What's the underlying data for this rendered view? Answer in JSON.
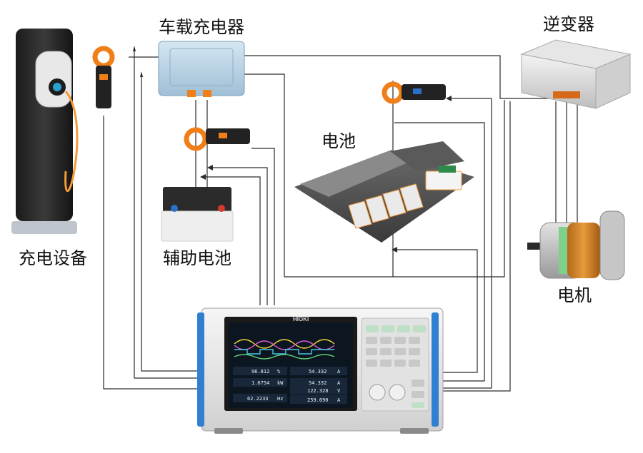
{
  "labels": {
    "charging_equipment": "充电设备",
    "onboard_charger": "车载充电器",
    "inverter": "逆变器",
    "battery": "电池",
    "aux_battery": "辅助电池",
    "motor": "电机"
  },
  "analyzer": {
    "brand": "HIOKI",
    "readouts": [
      {
        "value": "96.812",
        "unit": "%"
      },
      {
        "value": "1.6754",
        "unit": "kW"
      },
      {
        "value": "62.2233",
        "unit": "Hz"
      },
      {
        "value": "54.332",
        "unit": "A"
      },
      {
        "value": "54.332",
        "unit": "A"
      },
      {
        "value": "122.328",
        "unit": "V"
      },
      {
        "value": "259.690",
        "unit": "A"
      }
    ]
  },
  "colors": {
    "wire": "#2a2a2a",
    "clamp_orange": "#f07f1a",
    "analyzer_blue": "#2f7fd2",
    "screen_bg": "#0c1620"
  }
}
